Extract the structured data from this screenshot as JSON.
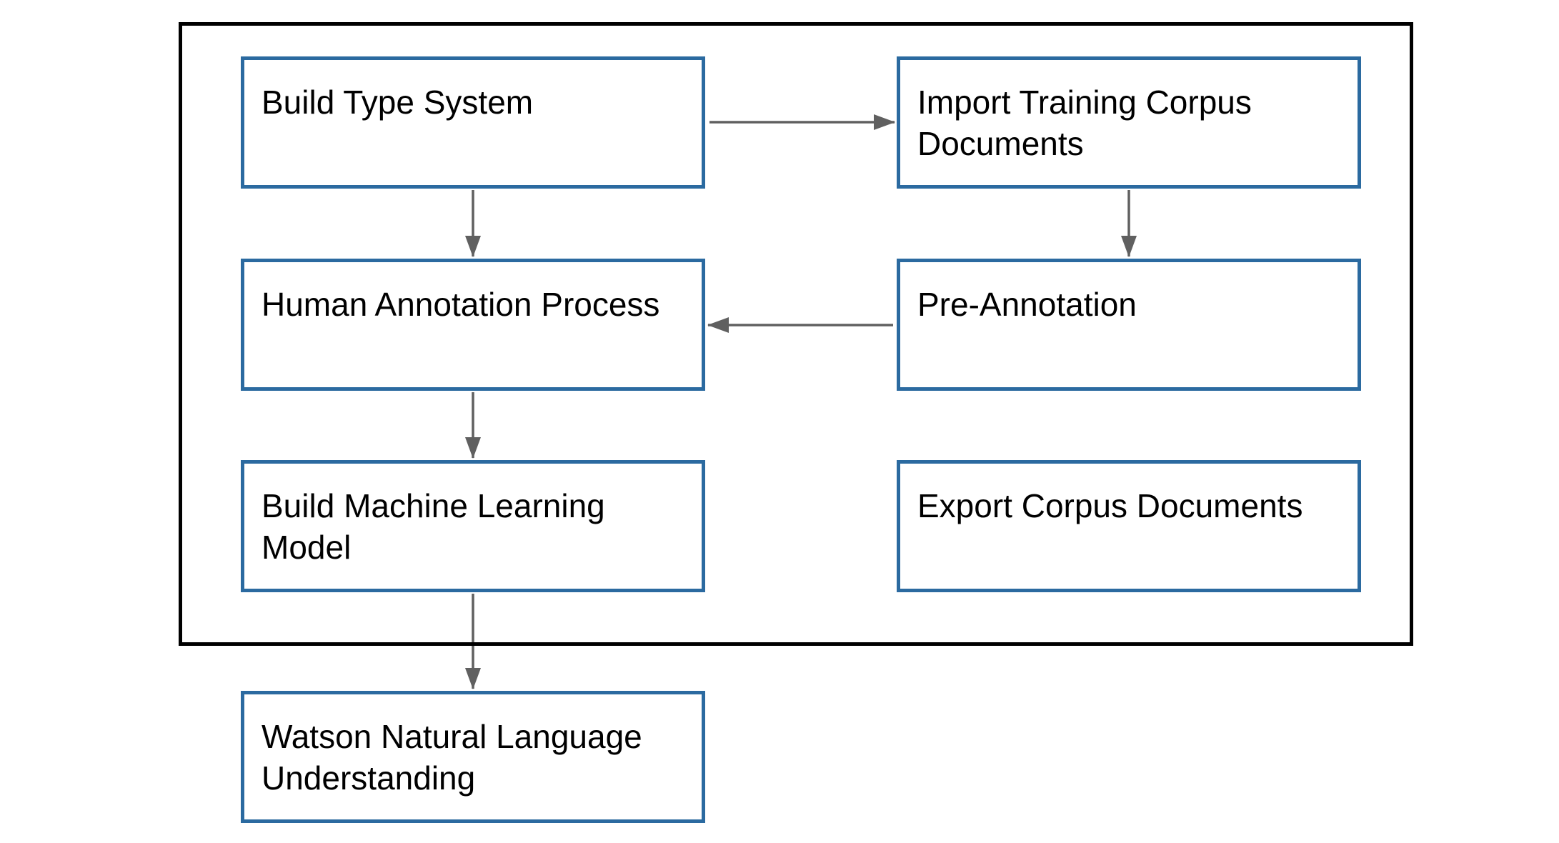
{
  "diagram": {
    "type": "flowchart",
    "colors": {
      "background": "#ffffff",
      "node_border": "#2b6aa0",
      "node_fill": "#ffffff",
      "container_border": "#000000",
      "arrow": "#606060",
      "text": "#000000"
    },
    "nodes": {
      "build_type_system": {
        "label": "Build Type System"
      },
      "import_training_corpus_documents": {
        "label": "Import Training Corpus Documents"
      },
      "human_annotation_process": {
        "label": "Human Annotation Process"
      },
      "pre_annotation": {
        "label": "Pre-Annotation"
      },
      "build_machine_learning_model": {
        "label": "Build Machine Learning Model"
      },
      "export_corpus_documents": {
        "label": "Export Corpus Documents"
      },
      "watson_natural_language_understanding": {
        "label": "Watson Natural Language Understanding"
      }
    },
    "edges": [
      {
        "from": "build_type_system",
        "to": "import_training_corpus_documents",
        "direction": "right"
      },
      {
        "from": "import_training_corpus_documents",
        "to": "pre_annotation",
        "direction": "down"
      },
      {
        "from": "pre_annotation",
        "to": "human_annotation_process",
        "direction": "left"
      },
      {
        "from": "build_type_system",
        "to": "human_annotation_process",
        "direction": "down"
      },
      {
        "from": "human_annotation_process",
        "to": "build_machine_learning_model",
        "direction": "down"
      },
      {
        "from": "build_machine_learning_model",
        "to": "watson_natural_language_understanding",
        "direction": "down"
      }
    ],
    "groups": [
      {
        "name": "pipeline_boundary",
        "members": [
          "build_type_system",
          "import_training_corpus_documents",
          "human_annotation_process",
          "pre_annotation",
          "build_machine_learning_model",
          "export_corpus_documents"
        ]
      }
    ]
  }
}
